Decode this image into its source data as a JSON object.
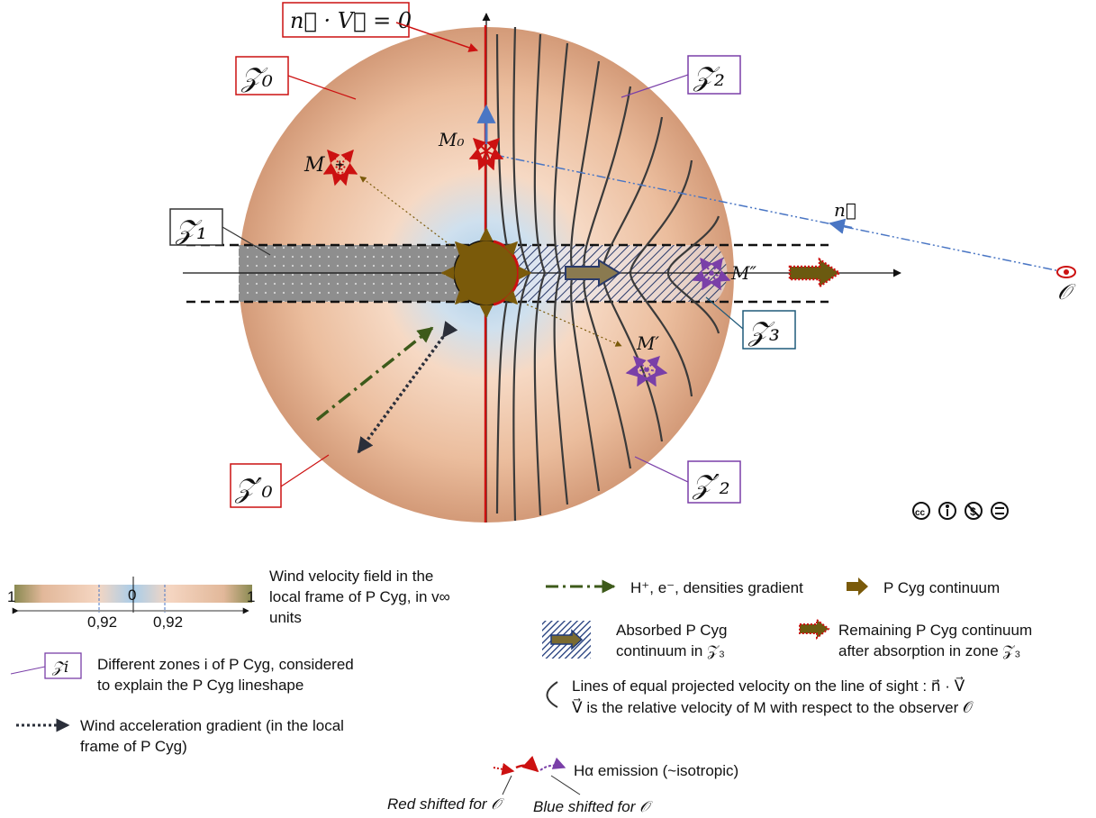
{
  "zones": {
    "z0": "𝒵₀",
    "z1": "𝒵₁",
    "z2": "𝒵₂",
    "z3": "𝒵₃",
    "z0p": "𝒵′₀",
    "z2p": "𝒵′₂"
  },
  "top_label": "n⃗ · V⃗ = 0",
  "points": {
    "m": "M",
    "m0": "M₀",
    "mp": "M′",
    "mpp": "M″",
    "observer": "𝒪",
    "n_vector": "n⃗"
  },
  "license_icons": [
    "cc-icon",
    "by-icon",
    "nc-icon",
    "nd-icon"
  ],
  "colorbar": {
    "left_end": "1",
    "center": "0",
    "right_end": "1",
    "tick_left": "0,92",
    "tick_right": "0,92"
  },
  "legend": {
    "velocity_field_line1": "Wind velocity field in the",
    "velocity_field_line2": "local frame of P Cyg, in v∞",
    "velocity_field_line3": "units",
    "zone_box": "𝒵i",
    "zones_line1": "Different zones i of P Cyg, considered",
    "zones_line2": "to explain the P Cyg lineshape",
    "accel_line1": "Wind acceleration gradient (in the local",
    "accel_line2": "frame of P Cyg)",
    "density": "H⁺, e⁻, densities gradient",
    "continuum": "P Cyg continuum",
    "absorbed_line1": "Absorbed P Cyg",
    "absorbed_line2": "continuum in 𝒵₃",
    "remaining_line1": "Remaining P Cyg continuum",
    "remaining_line2": "after absorption in zone 𝒵₃",
    "equal_vel_line1": "Lines of equal projected velocity on the line of sight : n⃗ · V⃗",
    "equal_vel_line2": "V⃗ is the relative velocity of M with respect to the observer 𝒪",
    "halpha": "Hα emission (~isotropic)",
    "red_shifted": "Red shifted for 𝒪",
    "blue_shifted": "Blue shifted for 𝒪"
  },
  "colors": {
    "wind_outer": "#d9a07e",
    "wind_inner": "#f6d9c4",
    "wind_core": "#a9cde9",
    "star": "#7a5a0a",
    "red": "#cc1111",
    "purple": "#7a3fa8",
    "blue_axis": "#4a76c4",
    "dark_green": "#3d5a1a",
    "hatch": "#2a3a6a"
  }
}
